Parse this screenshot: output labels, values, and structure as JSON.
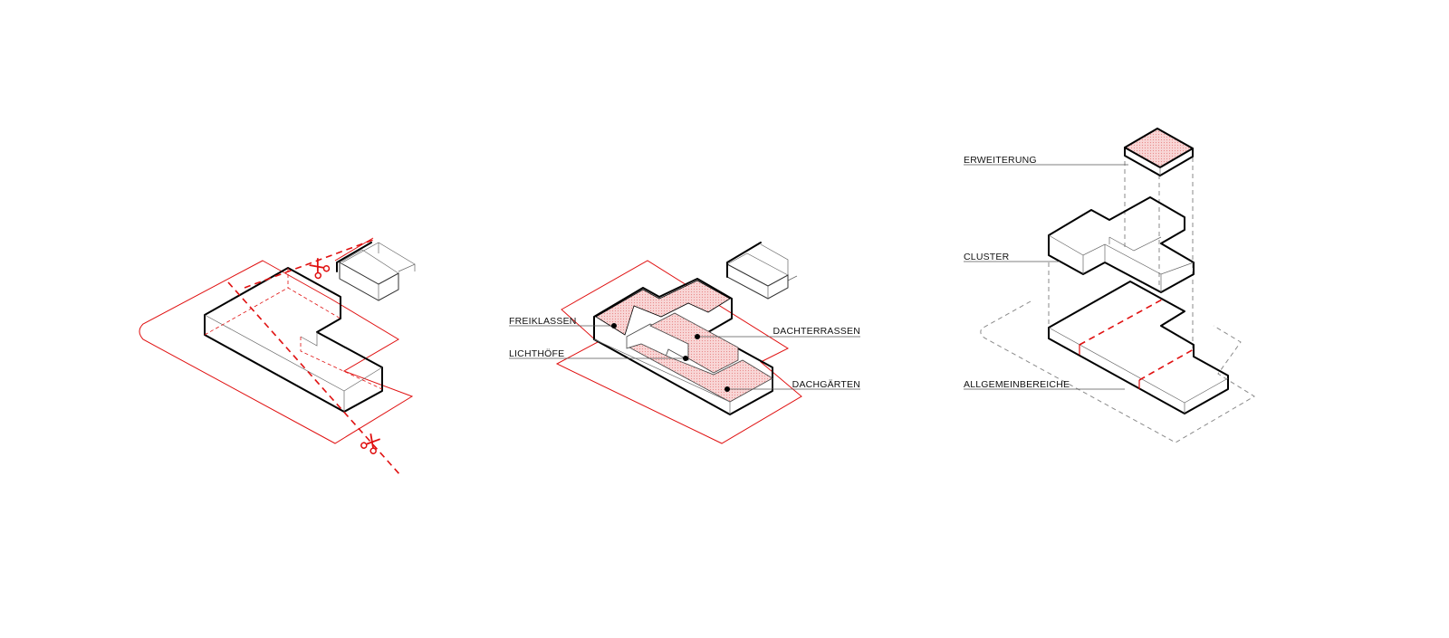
{
  "colors": {
    "accent": "#e01010",
    "line": "#000000",
    "hatch": "#f6c9c9",
    "guide": "#8a8a8a"
  },
  "icons": [
    "scissors-icon",
    "scissors-icon"
  ],
  "panel2": {
    "labels": {
      "freiklassen": "FREIKLASSEN",
      "lichthoefe": "LICHTHÖFE",
      "dachterrassen": "DACHTERRASSEN",
      "dachgaerten": "DACHGÄRTEN"
    }
  },
  "panel3": {
    "labels": {
      "erweiterung": "ERWEITERUNG",
      "cluster": "CLUSTER",
      "allgemeinbereiche": "ALLGEMEINBEREICHE"
    }
  }
}
